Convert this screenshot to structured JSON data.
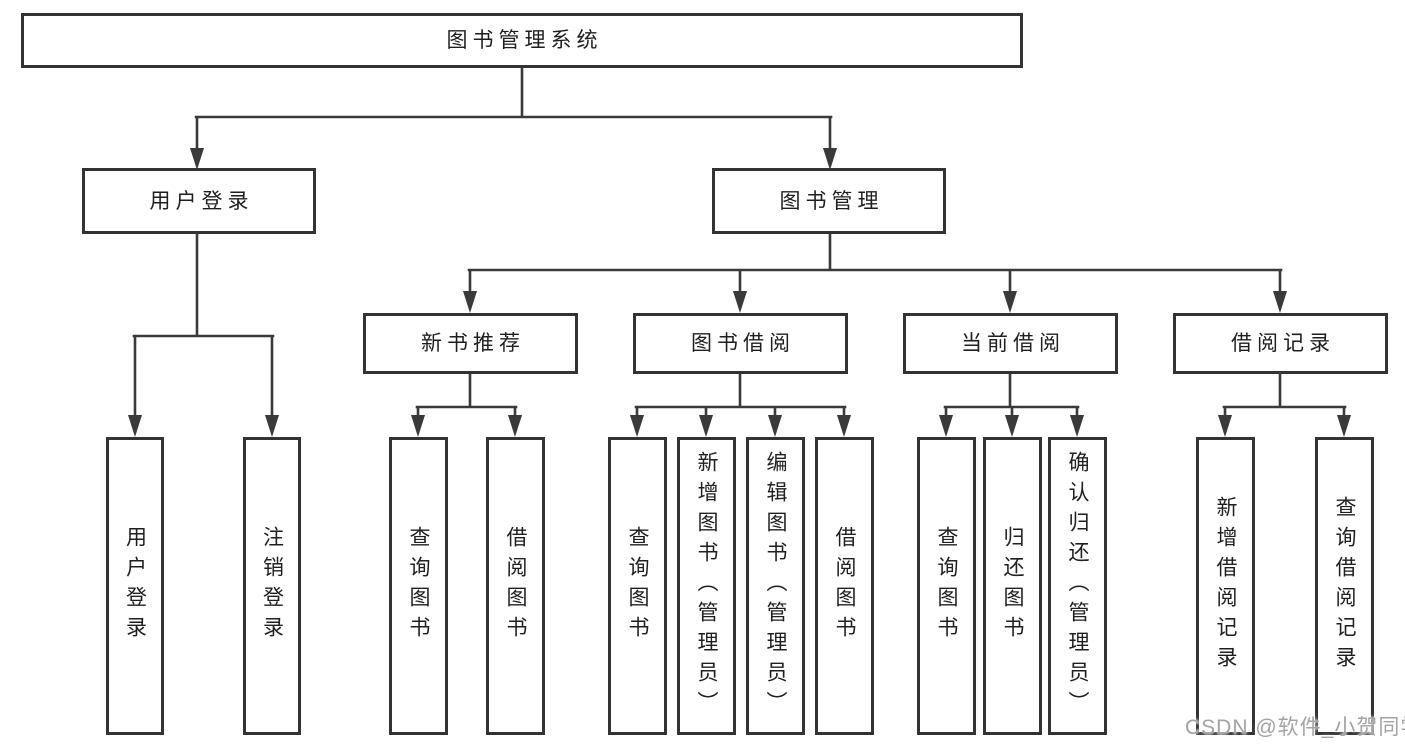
{
  "diagram": {
    "root": {
      "label": "图书管理系统"
    },
    "branches": [
      {
        "label": "用户登录",
        "children": [
          {
            "label": "用户登录"
          },
          {
            "label": "注销登录"
          }
        ]
      },
      {
        "label": "图书管理",
        "children": [
          {
            "label": "新书推荐",
            "children": [
              {
                "label": "查询图书"
              },
              {
                "label": "借阅图书"
              }
            ]
          },
          {
            "label": "图书借阅",
            "children": [
              {
                "label": "查询图书"
              },
              {
                "label": "新增图书（管理员）"
              },
              {
                "label": "编辑图书（管理员）"
              },
              {
                "label": "借阅图书"
              }
            ]
          },
          {
            "label": "当前借阅",
            "children": [
              {
                "label": "查询图书"
              },
              {
                "label": "归还图书"
              },
              {
                "label": "确认归还（管理员）"
              }
            ]
          },
          {
            "label": "借阅记录",
            "children": [
              {
                "label": "新增借阅记录"
              },
              {
                "label": "查询借阅记录"
              }
            ]
          }
        ]
      }
    ],
    "watermark": "CSDN @软件_小贺同学",
    "colors": {
      "background": "#ffffff",
      "box_border": "#333333",
      "connector": "#3a3a3a",
      "text": "#1f1f1f",
      "watermark": "#a3a3a3"
    }
  }
}
